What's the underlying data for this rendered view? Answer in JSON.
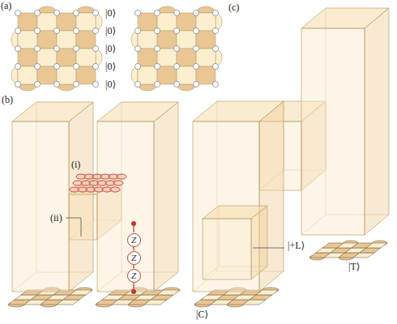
{
  "diagram": {
    "nodes": [
      {
        "text": [
          "Z"
        ]
      },
      {
        "text": [
          "Z"
        ]
      },
      {
        "text": [
          "Z"
        ]
      }
    ],
    "edges": [
      {
        "from": 0,
        "to": 1,
        "arrow": "none"
      },
      {
        "from": 1,
        "to": 2,
        "arrow": "none"
      }
    ],
    "labels": [
      "(a)",
      "|0⟩",
      "|0⟩",
      "|0⟩",
      "|0⟩",
      "|0⟩",
      "(b)",
      "(i)",
      "(ii)",
      "(c)",
      "|+L⟩",
      "|C⟩",
      "|T⟩"
    ]
  }
}
